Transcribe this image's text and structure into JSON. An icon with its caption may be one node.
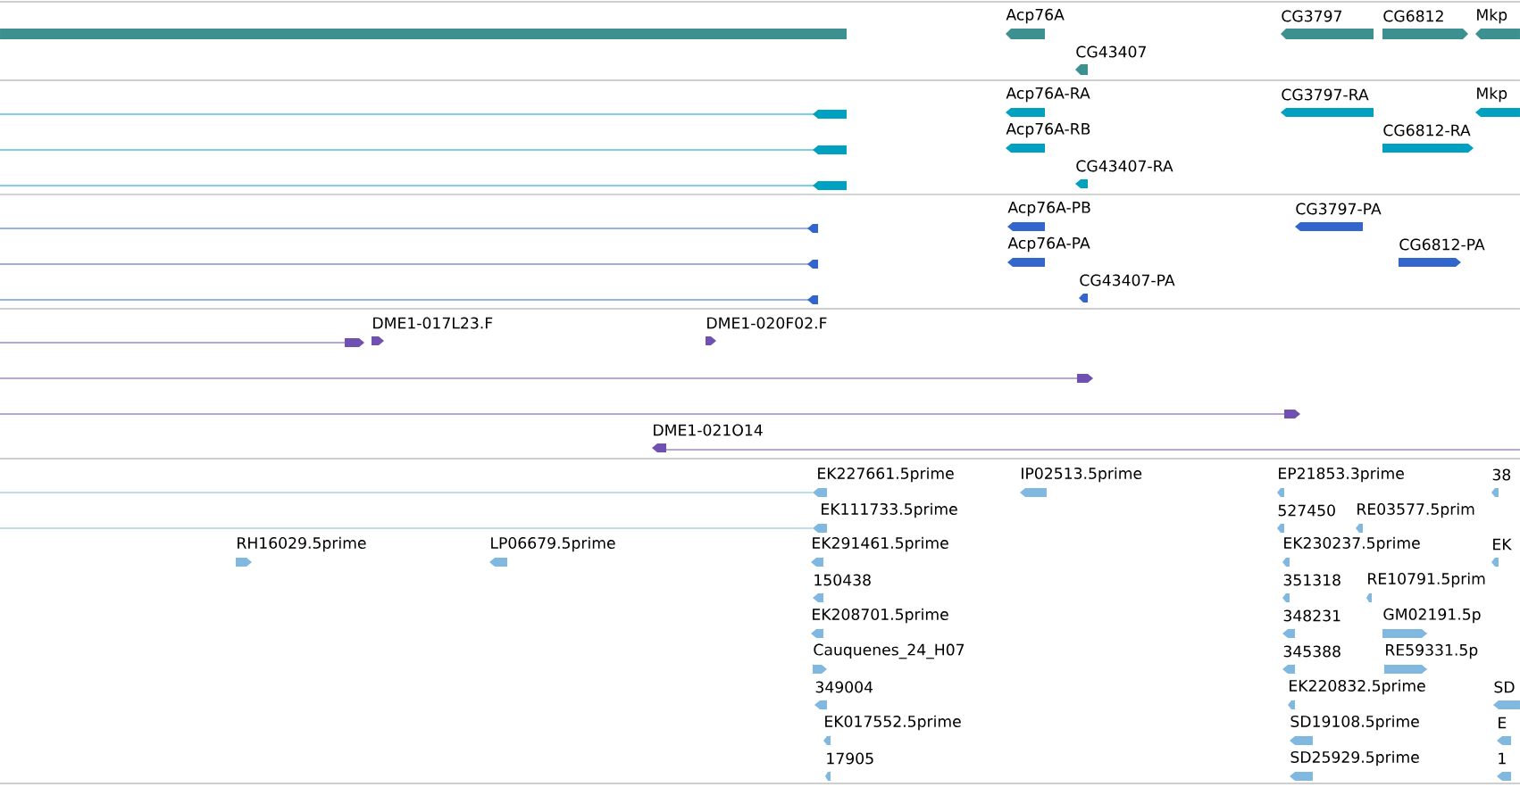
{
  "diagram": {
    "labels": [
      "Acp76A",
      "CG3797",
      "CG6812",
      "Mkp",
      "CG43407",
      "Acp76A-RA",
      "CG3797-RA",
      "Mkp",
      "Acp76A-RB",
      "CG6812-RA",
      "CG43407-RA",
      "Acp76A-PB",
      "CG3797-PA",
      "Acp76A-PA",
      "CG6812-PA",
      "CG43407-PA",
      "DME1-017L23.F",
      "DME1-020F02.F",
      "DME1-021O14",
      "EK227661.5prime",
      "IP02513.5prime",
      "EP21853.3prime",
      "38",
      "EK111733.5prime",
      "527450",
      "RE03577.5prim",
      "RH16029.5prime",
      "LP06679.5prime",
      "EK291461.5prime",
      "EK230237.5prime",
      "EK",
      "150438",
      "351318",
      "RE10791.5prim",
      "EK208701.5prime",
      "348231",
      "GM02191.5p",
      "Cauquenes_24_H07",
      "345388",
      "RE59331.5p",
      "349004",
      "EK220832.5prime",
      "SD",
      "EK017552.5prime",
      "SD19108.5prime",
      "E",
      "17905",
      "SD25929.5prime",
      "1"
    ]
  }
}
